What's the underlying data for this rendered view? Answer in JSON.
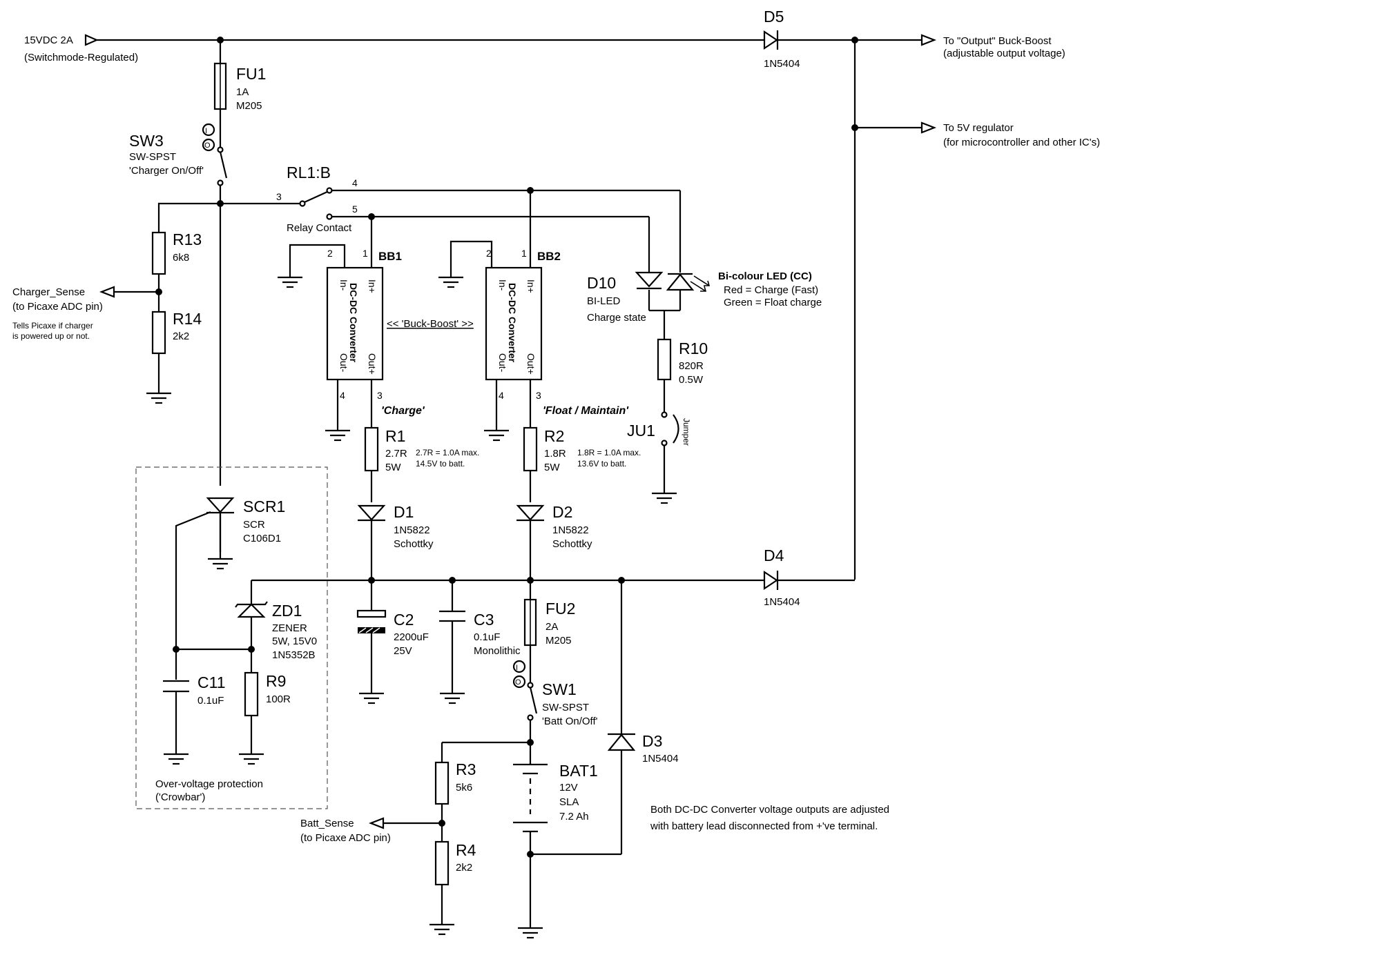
{
  "ports": {
    "input": {
      "line1": "15VDC 2A",
      "line2": "(Switchmode-Regulated)"
    },
    "output_buckboost": {
      "line1": "To \"Output\" Buck-Boost",
      "line2": "(adjustable output voltage)"
    },
    "output_5v": {
      "line1": "To 5V regulator",
      "line2": "(for microcontroller and other IC's)"
    },
    "charger_sense": {
      "line1": "Charger_Sense",
      "line2": "(to Picaxe ADC pin)",
      "note1": "Tells Picaxe if charger",
      "note2": "is powered up or not."
    },
    "batt_sense": {
      "line1": "Batt_Sense",
      "line2": "(to Picaxe ADC pin)"
    }
  },
  "components": {
    "FU1": {
      "ref": "FU1",
      "v1": "1A",
      "v2": "M205"
    },
    "FU2": {
      "ref": "FU2",
      "v1": "2A",
      "v2": "M205"
    },
    "SW3": {
      "ref": "SW3",
      "v1": "SW-SPST",
      "v2": "'Charger On/Off'"
    },
    "SW1": {
      "ref": "SW1",
      "v1": "SW-SPST",
      "v2": "'Batt On/Off'"
    },
    "RL1": {
      "ref": "RL1:B",
      "v1": "Relay Contact",
      "pin3": "3",
      "pin4": "4",
      "pin5": "5"
    },
    "R13": {
      "ref": "R13",
      "v1": "6k8"
    },
    "R14": {
      "ref": "R14",
      "v1": "2k2"
    },
    "BB1": {
      "ref": "BB1",
      "body": "DC-DC Converter",
      "in_minus": "In-",
      "in_plus": "In+",
      "out_minus": "Out-",
      "out_plus": "Out+",
      "p1": "1",
      "p2": "2",
      "p3": "3",
      "p4": "4",
      "caption": "'Charge'"
    },
    "BB2": {
      "ref": "BB2",
      "body": "DC-DC Converter",
      "in_minus": "In-",
      "in_plus": "In+",
      "out_minus": "Out-",
      "out_plus": "Out+",
      "p1": "1",
      "p2": "2",
      "p3": "3",
      "p4": "4",
      "caption": "'Float / Maintain'"
    },
    "buckboost_note": "<< 'Buck-Boost' >>",
    "R1": {
      "ref": "R1",
      "v1": "2.7R",
      "v2": "5W",
      "n1": "2.7R = 1.0A max.",
      "n2": "14.5V to batt."
    },
    "R2": {
      "ref": "R2",
      "v1": "1.8R",
      "v2": "5W",
      "n1": "1.8R = 1.0A max.",
      "n2": "13.6V to batt."
    },
    "D1": {
      "ref": "D1",
      "v1": "1N5822",
      "v2": "Schottky"
    },
    "D2": {
      "ref": "D2",
      "v1": "1N5822",
      "v2": "Schottky"
    },
    "D3": {
      "ref": "D3",
      "v1": "1N5404"
    },
    "D4": {
      "ref": "D4",
      "v1": "1N5404"
    },
    "D5": {
      "ref": "D5",
      "v1": "1N5404"
    },
    "D10": {
      "ref": "D10",
      "v1": "BI-LED",
      "v2": "Charge state",
      "title": "Bi-colour LED (CC)",
      "n1": "Red = Charge (Fast)",
      "n2": "Green = Float charge"
    },
    "R10": {
      "ref": "R10",
      "v1": "820R",
      "v2": "0.5W"
    },
    "JU1": {
      "ref": "JU1",
      "v1": "Jumper"
    },
    "SCR1": {
      "ref": "SCR1",
      "v1": "SCR",
      "v2": "C106D1"
    },
    "ZD1": {
      "ref": "ZD1",
      "v1": "ZENER",
      "v2": "5W, 15V0",
      "v3": "1N5352B"
    },
    "C11": {
      "ref": "C11",
      "v1": "0.1uF"
    },
    "R9": {
      "ref": "R9",
      "v1": "100R"
    },
    "C2": {
      "ref": "C2",
      "v1": "2200uF",
      "v2": "25V"
    },
    "C3": {
      "ref": "C3",
      "v1": "0.1uF",
      "v2": "Monolithic"
    },
    "R3": {
      "ref": "R3",
      "v1": "5k6"
    },
    "R4": {
      "ref": "R4",
      "v1": "2k2"
    },
    "BAT1": {
      "ref": "BAT1",
      "v1": "12V",
      "v2": "SLA",
      "v3": "7.2 Ah"
    }
  },
  "crowbar": {
    "line1": "Over-voltage protection",
    "line2": "('Crowbar')"
  },
  "footnote": {
    "line1": "Both DC-DC Converter voltage outputs are adjusted",
    "line2": "with battery lead disconnected from +'ve terminal."
  }
}
